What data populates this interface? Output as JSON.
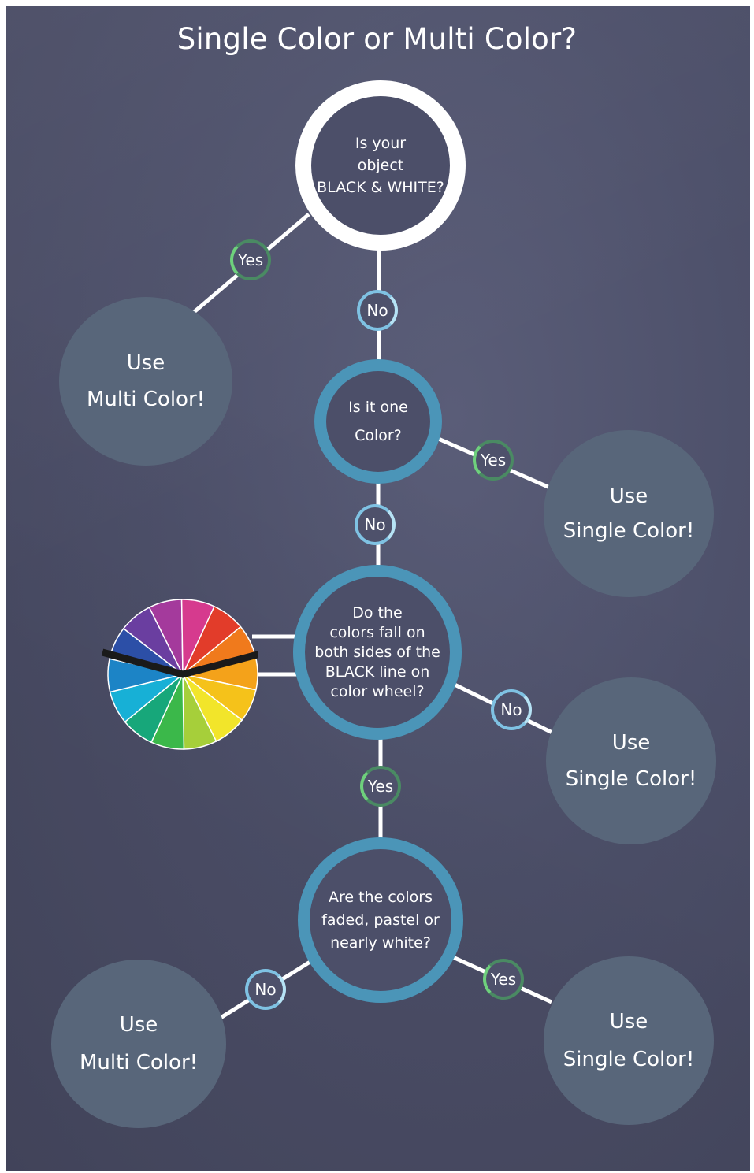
{
  "title": "Single Color or Multi Color?",
  "questions": {
    "q1": "Is your\nobject\nBLACK & WHITE?",
    "q2": "Is it one\nColor?",
    "q3": "Do the\ncolors fall on\nboth sides of the\nBLACK line on\ncolor wheel?",
    "q4": "Are the colors\nfaded, pastel or\nnearly white?"
  },
  "answers": {
    "a1": "Use\nMulti Color!",
    "a2": "Use\nSingle Color!",
    "a3": "Use\nSingle Color!",
    "a4": "Use\nMulti Color!",
    "a5": "Use\nSingle Color!"
  },
  "edge_labels": {
    "yes": "Yes",
    "no": "No"
  },
  "colors": {
    "background": "#4e516b",
    "white_ring": "#ffffff",
    "blue_ring": "#4b95b8",
    "answer_fill": "#58667a",
    "yes_ring": "#6ed07c",
    "no_ring": "#7fc2e3"
  },
  "color_wheel": {
    "segments": [
      "#e23c2a",
      "#f07a1c",
      "#f4a21a",
      "#f5c21a",
      "#f2e52a",
      "#a6cf3a",
      "#3bb84a",
      "#17a77a",
      "#17b0d6",
      "#1c84c6",
      "#2c4fa7",
      "#6a3ea0",
      "#a43a9c",
      "#d63a8e"
    ],
    "divider_line": "black"
  }
}
